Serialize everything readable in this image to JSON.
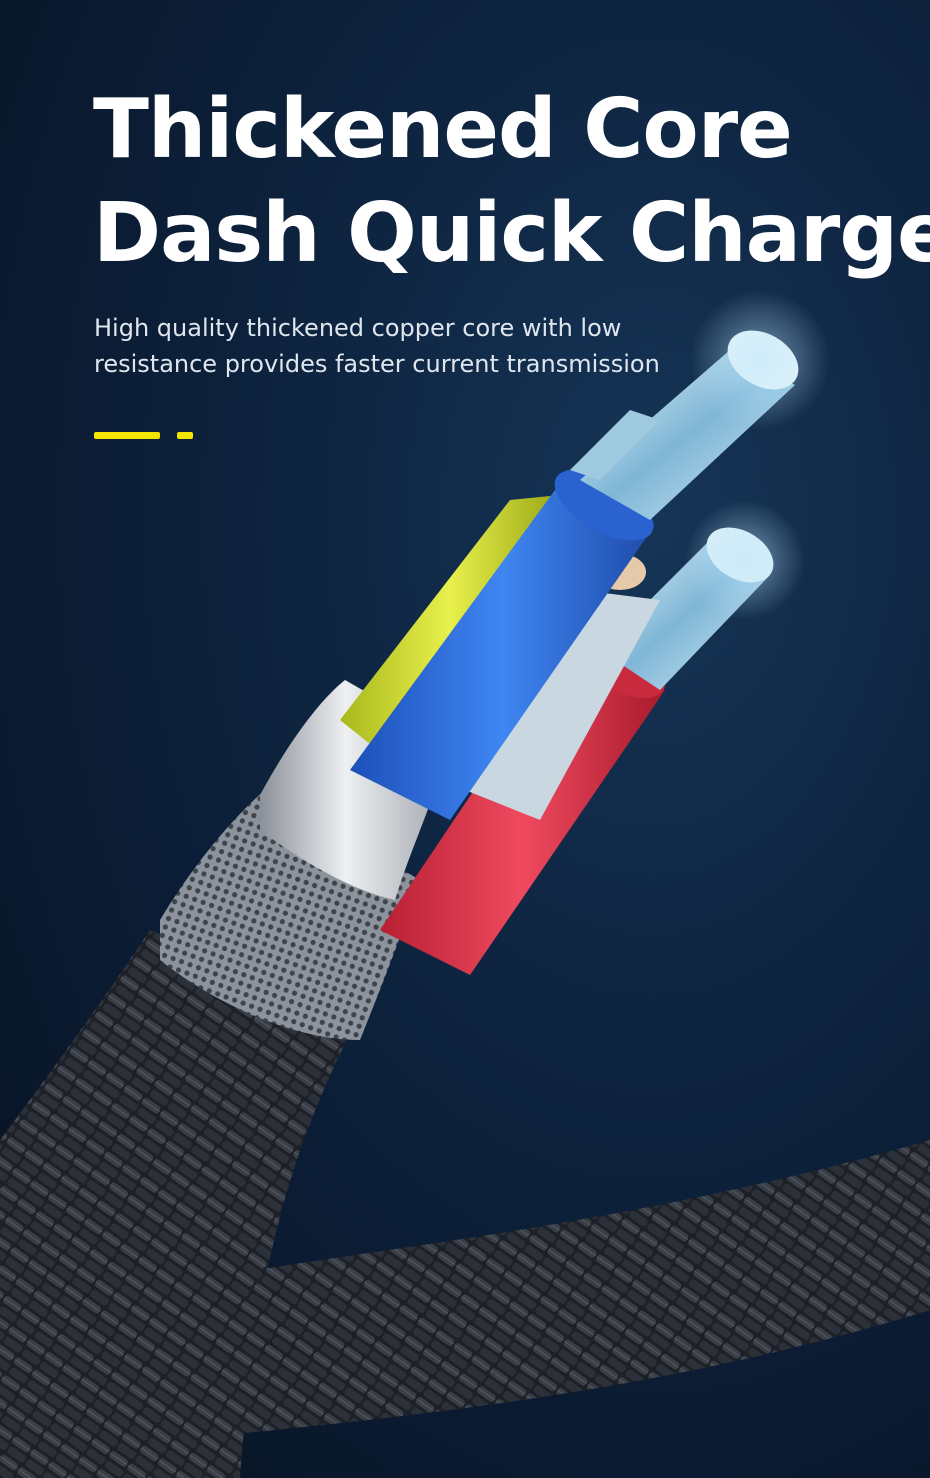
{
  "headline": {
    "line1": "Thickened Core",
    "line2": "Dash Quick Charge"
  },
  "subtitle": {
    "line1": "High quality thickened copper core with low",
    "line2": "resistance provides faster current transmission"
  },
  "colors": {
    "background": "#0e2440",
    "accent_yellow": "#f5e600",
    "wire_blue": "#2f6fe0",
    "wire_yellow": "#d7e23a",
    "wire_red": "#e0344a",
    "copper_strand": "#bfe3f2",
    "braid": "#2a2d33",
    "foil": "#c9cdd3"
  },
  "illustration": {
    "subject": "braided-cable-cross-section-icon"
  }
}
